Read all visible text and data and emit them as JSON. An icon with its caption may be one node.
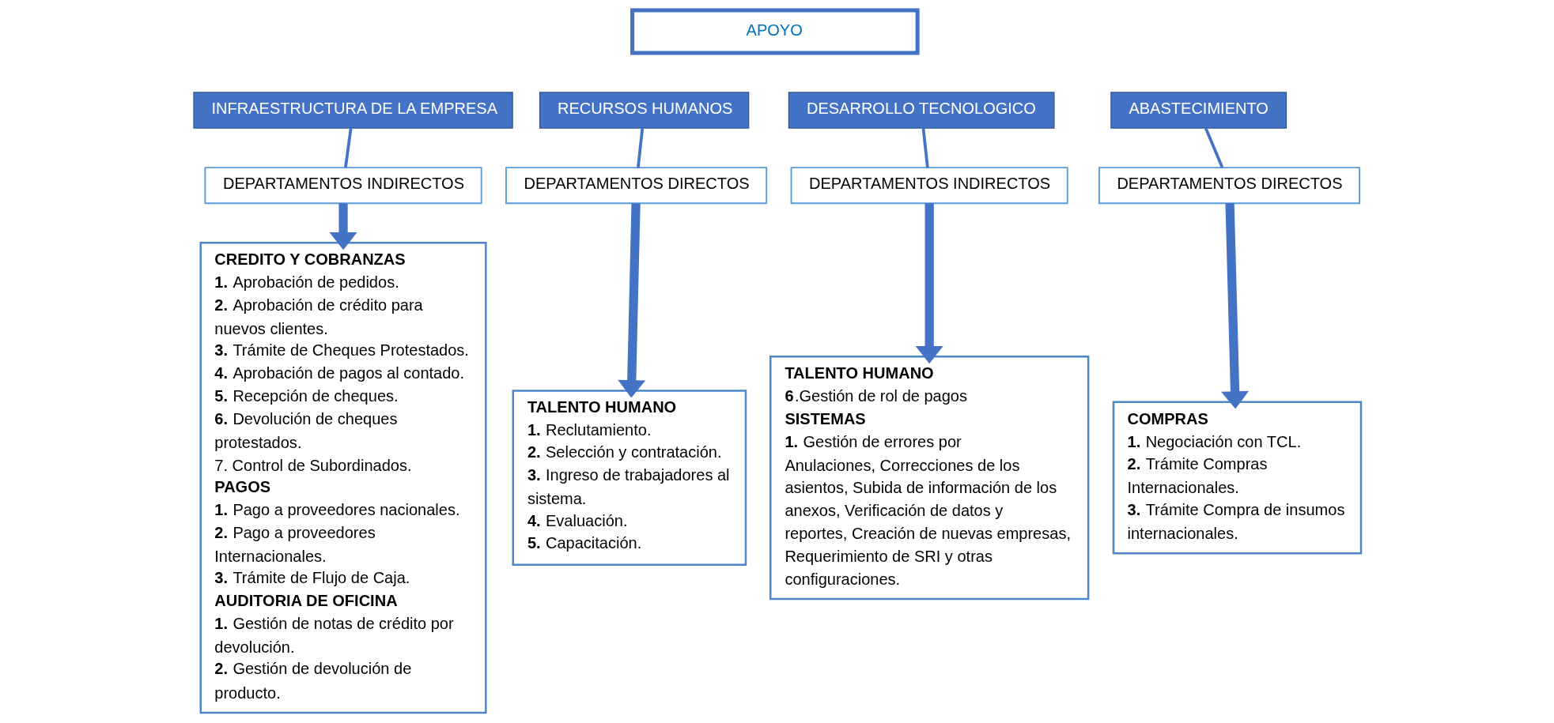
{
  "diagram": {
    "nodes": [
      {
        "text": [
          "APOYO"
        ]
      },
      {
        "text": [
          "INFRAESTRUCTURA DE LA EMPRESA"
        ]
      },
      {
        "text": [
          "RECURSOS HUMANOS"
        ]
      },
      {
        "text": [
          "DESARROLLO TECNOLOGICO"
        ]
      },
      {
        "text": [
          "ABASTECIMIENTO"
        ]
      },
      {
        "text": [
          "DEPARTAMENTOS INDIRECTOS"
        ]
      },
      {
        "text": [
          "DEPARTAMENTOS DIRECTOS"
        ]
      },
      {
        "text": [
          "DEPARTAMENTOS INDIRECTOS"
        ]
      },
      {
        "text": [
          "DEPARTAMENTOS DIRECTOS"
        ]
      },
      {
        "text": [
          "**CREDITO Y COBRANZAS**",
          "**1.** Aprobación de pedidos.",
          "**2.** Aprobación de crédito para nuevos clientes.",
          "**3.** Trámite de Cheques Protestados.",
          "**4.** Aprobación de pagos al contado.",
          "**5.** Recepción de cheques.",
          "**6.** Devolución de cheques protestados.",
          "7. Control de Subordinados.",
          "**PAGOS**",
          "**1.** Pago a proveedores nacionales.",
          "**2.** Pago a proveedores Internacionales.",
          "**3.** Trámite de Flujo de Caja.",
          "**AUDITORIA DE OFICINA**",
          "**1.** Gestión de notas de crédito por devolución.",
          "**2.** Gestión de devolución de producto."
        ]
      },
      {
        "text": [
          "**TALENTO HUMANO**",
          "**1.** Reclutamiento.",
          "**2.** Selección y contratación.",
          "**3.** Ingreso de trabajadores al sistema.",
          "**4.** Evaluación.",
          "**5.** Capacitación."
        ]
      },
      {
        "text": [
          "**TALENTO HUMANO**",
          "**6**.Gestión de rol de pagos",
          "**SISTEMAS**",
          "**1.** Gestión de errores por Anulaciones, Correcciones de los asientos, Subida de información de los anexos, Verificación de datos y reportes, Creación de nuevas empresas, Requerimiento de SRI y otras configuraciones."
        ]
      },
      {
        "text": [
          "**COMPRAS**",
          "**1.** Negociación con TCL.",
          "**2.** Trámite Compras Internacionales.",
          "**3.** Trámite Compra de insumos internacionales."
        ]
      }
    ],
    "edges": [
      {
        "from": 1,
        "to": 5,
        "arrow": "none"
      },
      {
        "from": 2,
        "to": 6,
        "arrow": "none"
      },
      {
        "from": 3,
        "to": 7,
        "arrow": "none"
      },
      {
        "from": 4,
        "to": 8,
        "arrow": "none"
      },
      {
        "from": 5,
        "to": 9,
        "arrow": "to",
        "style": "thick"
      },
      {
        "from": 6,
        "to": 10,
        "arrow": "to",
        "style": "thick"
      },
      {
        "from": 7,
        "to": 11,
        "arrow": "to",
        "style": "thick"
      },
      {
        "from": 8,
        "to": 12,
        "arrow": "to",
        "style": "thick"
      }
    ]
  }
}
